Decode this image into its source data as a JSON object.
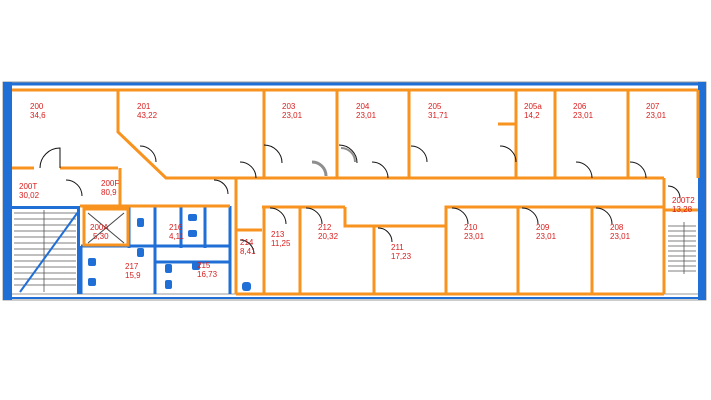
{
  "colors": {
    "wall": "#f7931e",
    "blue": "#1f6fd6",
    "label": "#d81e1e",
    "fill": "#ffffff",
    "grey": "#8e8e8e"
  },
  "rooms": [
    {
      "id": "r200",
      "number": "200",
      "area": "34,6"
    },
    {
      "id": "r201",
      "number": "201",
      "area": "43,22"
    },
    {
      "id": "r203",
      "number": "203",
      "area": "23,01"
    },
    {
      "id": "r204",
      "number": "204",
      "area": "23,01"
    },
    {
      "id": "r205",
      "number": "205",
      "area": "31,71"
    },
    {
      "id": "r205a",
      "number": "205a",
      "area": "14,2"
    },
    {
      "id": "r206",
      "number": "206",
      "area": "23,01"
    },
    {
      "id": "r207",
      "number": "207",
      "area": "23,01"
    },
    {
      "id": "r200T",
      "number": "200T",
      "area": "30,02"
    },
    {
      "id": "r200F",
      "number": "200F",
      "area": "80,9"
    },
    {
      "id": "r200T2",
      "number": "200T2",
      "area": "13,28"
    },
    {
      "id": "r200A",
      "number": "200A",
      "area": "5,30"
    },
    {
      "id": "r216",
      "number": "216",
      "area": "4,11"
    },
    {
      "id": "r214",
      "number": "214",
      "area": "8,41"
    },
    {
      "id": "r213",
      "number": "213",
      "area": "11,25"
    },
    {
      "id": "r212",
      "number": "212",
      "area": "20,32"
    },
    {
      "id": "r211",
      "number": "211",
      "area": "17,23"
    },
    {
      "id": "r210",
      "number": "210",
      "area": "23,01"
    },
    {
      "id": "r209",
      "number": "209",
      "area": "23,01"
    },
    {
      "id": "r208",
      "number": "208",
      "area": "23,01"
    },
    {
      "id": "r217",
      "number": "217",
      "area": "15,9"
    },
    {
      "id": "r215",
      "number": "215",
      "area": "16,73"
    }
  ]
}
